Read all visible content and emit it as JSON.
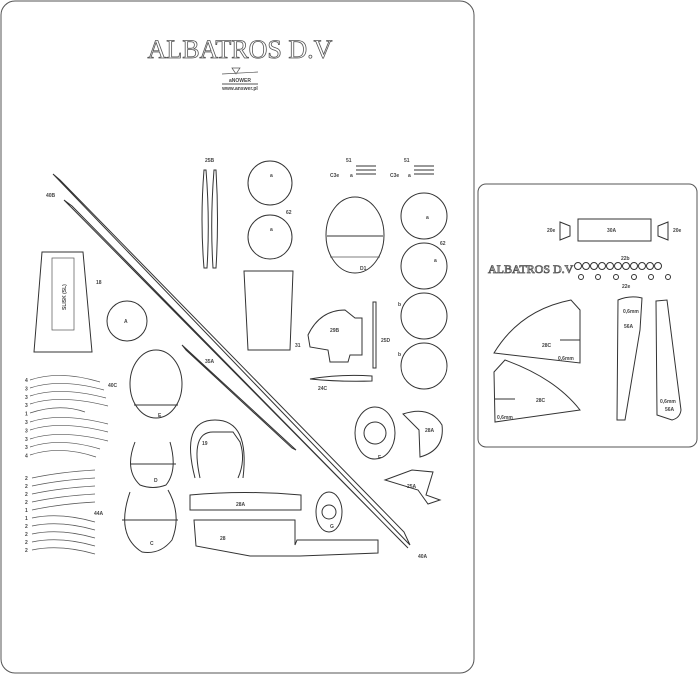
{
  "main_sheet": {
    "title": "ALBATROS D.V",
    "logo_text": "aNOWER",
    "logo_url": "www.answer.pl",
    "labels": {
      "p40b": "40B",
      "p18": "18",
      "p18_inner": "SLISK (SL)",
      "pA": "A",
      "p25b": "25B",
      "a1": "a",
      "a2": "a",
      "p62a": "62",
      "p31": "31",
      "p51a": "51",
      "p51b": "51",
      "c3e1": "C3e",
      "c3e2": "C3e",
      "s_a1": "a",
      "s_a2": "a",
      "pD1": "D1",
      "a3": "a",
      "a4": "a",
      "p62b": "62",
      "b1": "b",
      "b2": "b",
      "p29b": "29B",
      "p25d": "25D",
      "p24c": "24C",
      "p35a": "35A",
      "p40c": "40C",
      "pE": "E",
      "p19": "19",
      "pD": "D",
      "pC": "C",
      "p44a": "44A",
      "pF": "F",
      "p28a_r": "28A",
      "p25a": "25A",
      "pG": "G",
      "p28a": "28A",
      "p28": "28",
      "p40a": "40A",
      "rib_nums_top": [
        "4",
        "3",
        "3",
        "3",
        "1",
        "3",
        "3",
        "3",
        "3",
        "4"
      ],
      "rib_nums_bottom": [
        "2",
        "2",
        "2",
        "2",
        "1",
        "1",
        "2",
        "2",
        "2",
        "2"
      ]
    }
  },
  "side_sheet": {
    "title": "ALBATROS D.V",
    "labels": {
      "p20e_l": "20e",
      "p30a": "30A",
      "p20e_r": "20e",
      "p22b": "22b",
      "p22e": "22e",
      "p28c_1": "28C",
      "mm1": "0,6mm",
      "p28c_2": "28C",
      "mm2": "0,6mm",
      "p56a_1": "56A",
      "mm3": "0,6mm",
      "p56a_2": "56A",
      "mm4": "0,6mm"
    }
  }
}
